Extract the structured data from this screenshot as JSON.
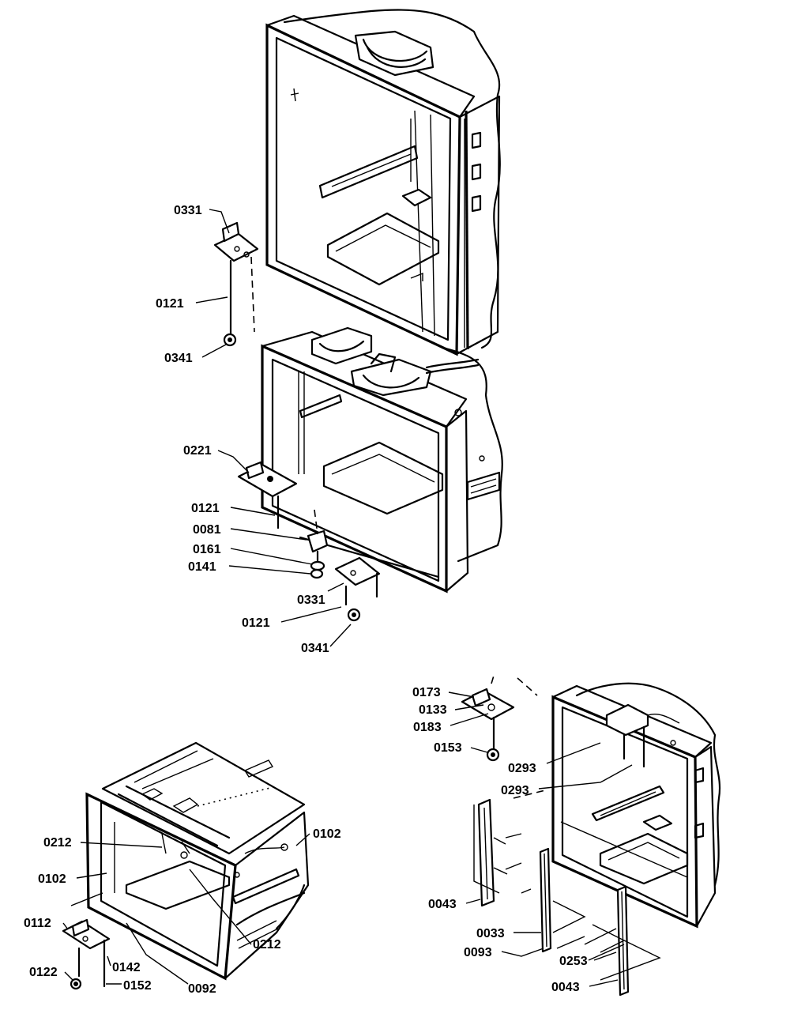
{
  "labels": {
    "upper": {
      "p0331a": "0331",
      "p0121a": "0121",
      "p0341a": "0341",
      "p0221": "0221",
      "p0121b": "0121",
      "p0081": "0081",
      "p0161": "0161",
      "p0141": "0141",
      "p0331b": "0331",
      "p0121c": "0121",
      "p0341b": "0341"
    },
    "lower_left": {
      "p0212a": "0212",
      "p0102a": "0102",
      "p0102b": "0102",
      "p0112": "0112",
      "p0122": "0122",
      "p0142": "0142",
      "p0152": "0152",
      "p0092": "0092",
      "p0212b": "0212"
    },
    "lower_right": {
      "p0173": "0173",
      "p0133": "0133",
      "p0183": "0183",
      "p0153": "0153",
      "p0293a": "0293",
      "p0293b": "0293",
      "p0043a": "0043",
      "p0033": "0033",
      "p0093": "0093",
      "p0253": "0253",
      "p0043b": "0043"
    }
  }
}
